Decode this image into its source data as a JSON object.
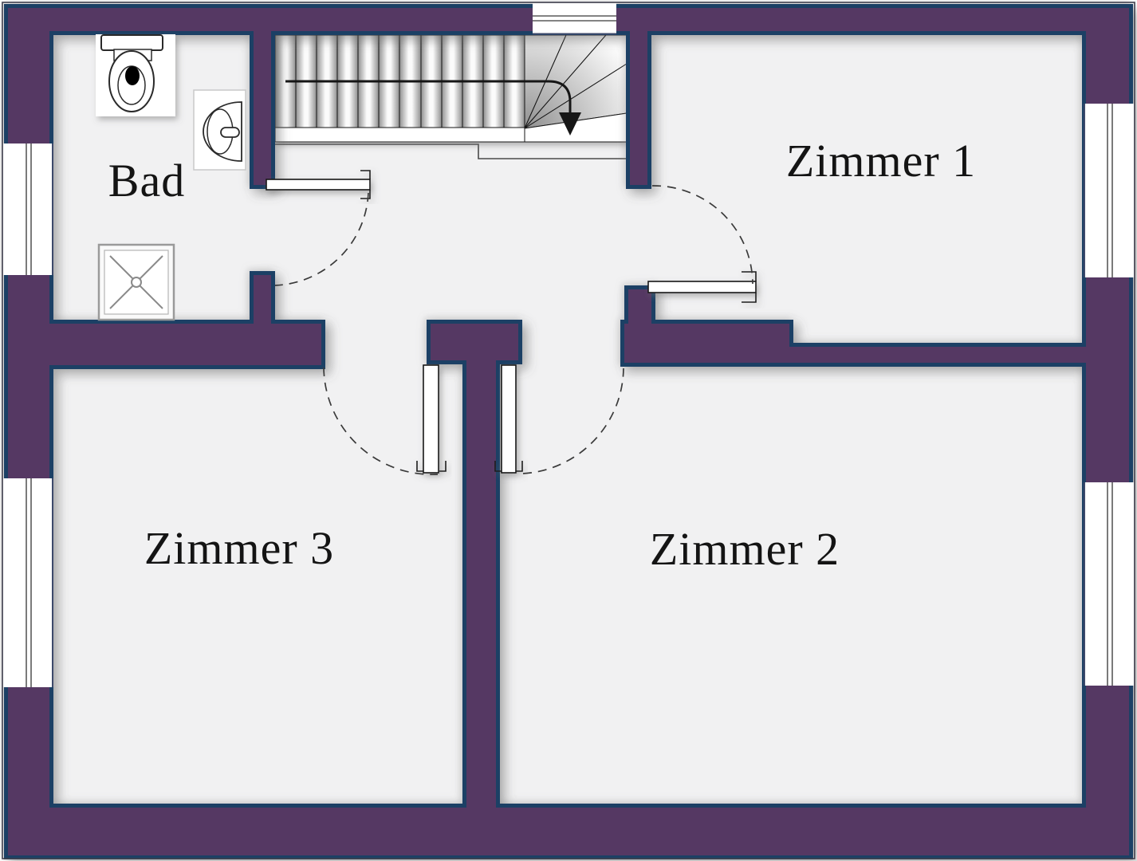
{
  "plan": {
    "type": "floor-plan",
    "rooms": [
      {
        "id": "bad",
        "label": "Bad"
      },
      {
        "id": "zimmer-1",
        "label": "Zimmer 1"
      },
      {
        "id": "zimmer-2",
        "label": "Zimmer 2"
      },
      {
        "id": "zimmer-3",
        "label": "Zimmer 3"
      }
    ],
    "fixtures": [
      {
        "name": "staircase-with-winder",
        "direction_arrow": "down"
      },
      {
        "name": "toilet"
      },
      {
        "name": "washbasin"
      },
      {
        "name": "shower-tray"
      }
    ],
    "window_count": 5,
    "door_count": 4,
    "colors": {
      "wall_fill": "#553763",
      "wall_border": "#1f4065",
      "floor": "#f1f1f2",
      "line": "#1a1a1a",
      "window": "#ffffff",
      "background": "#ffffff"
    }
  }
}
